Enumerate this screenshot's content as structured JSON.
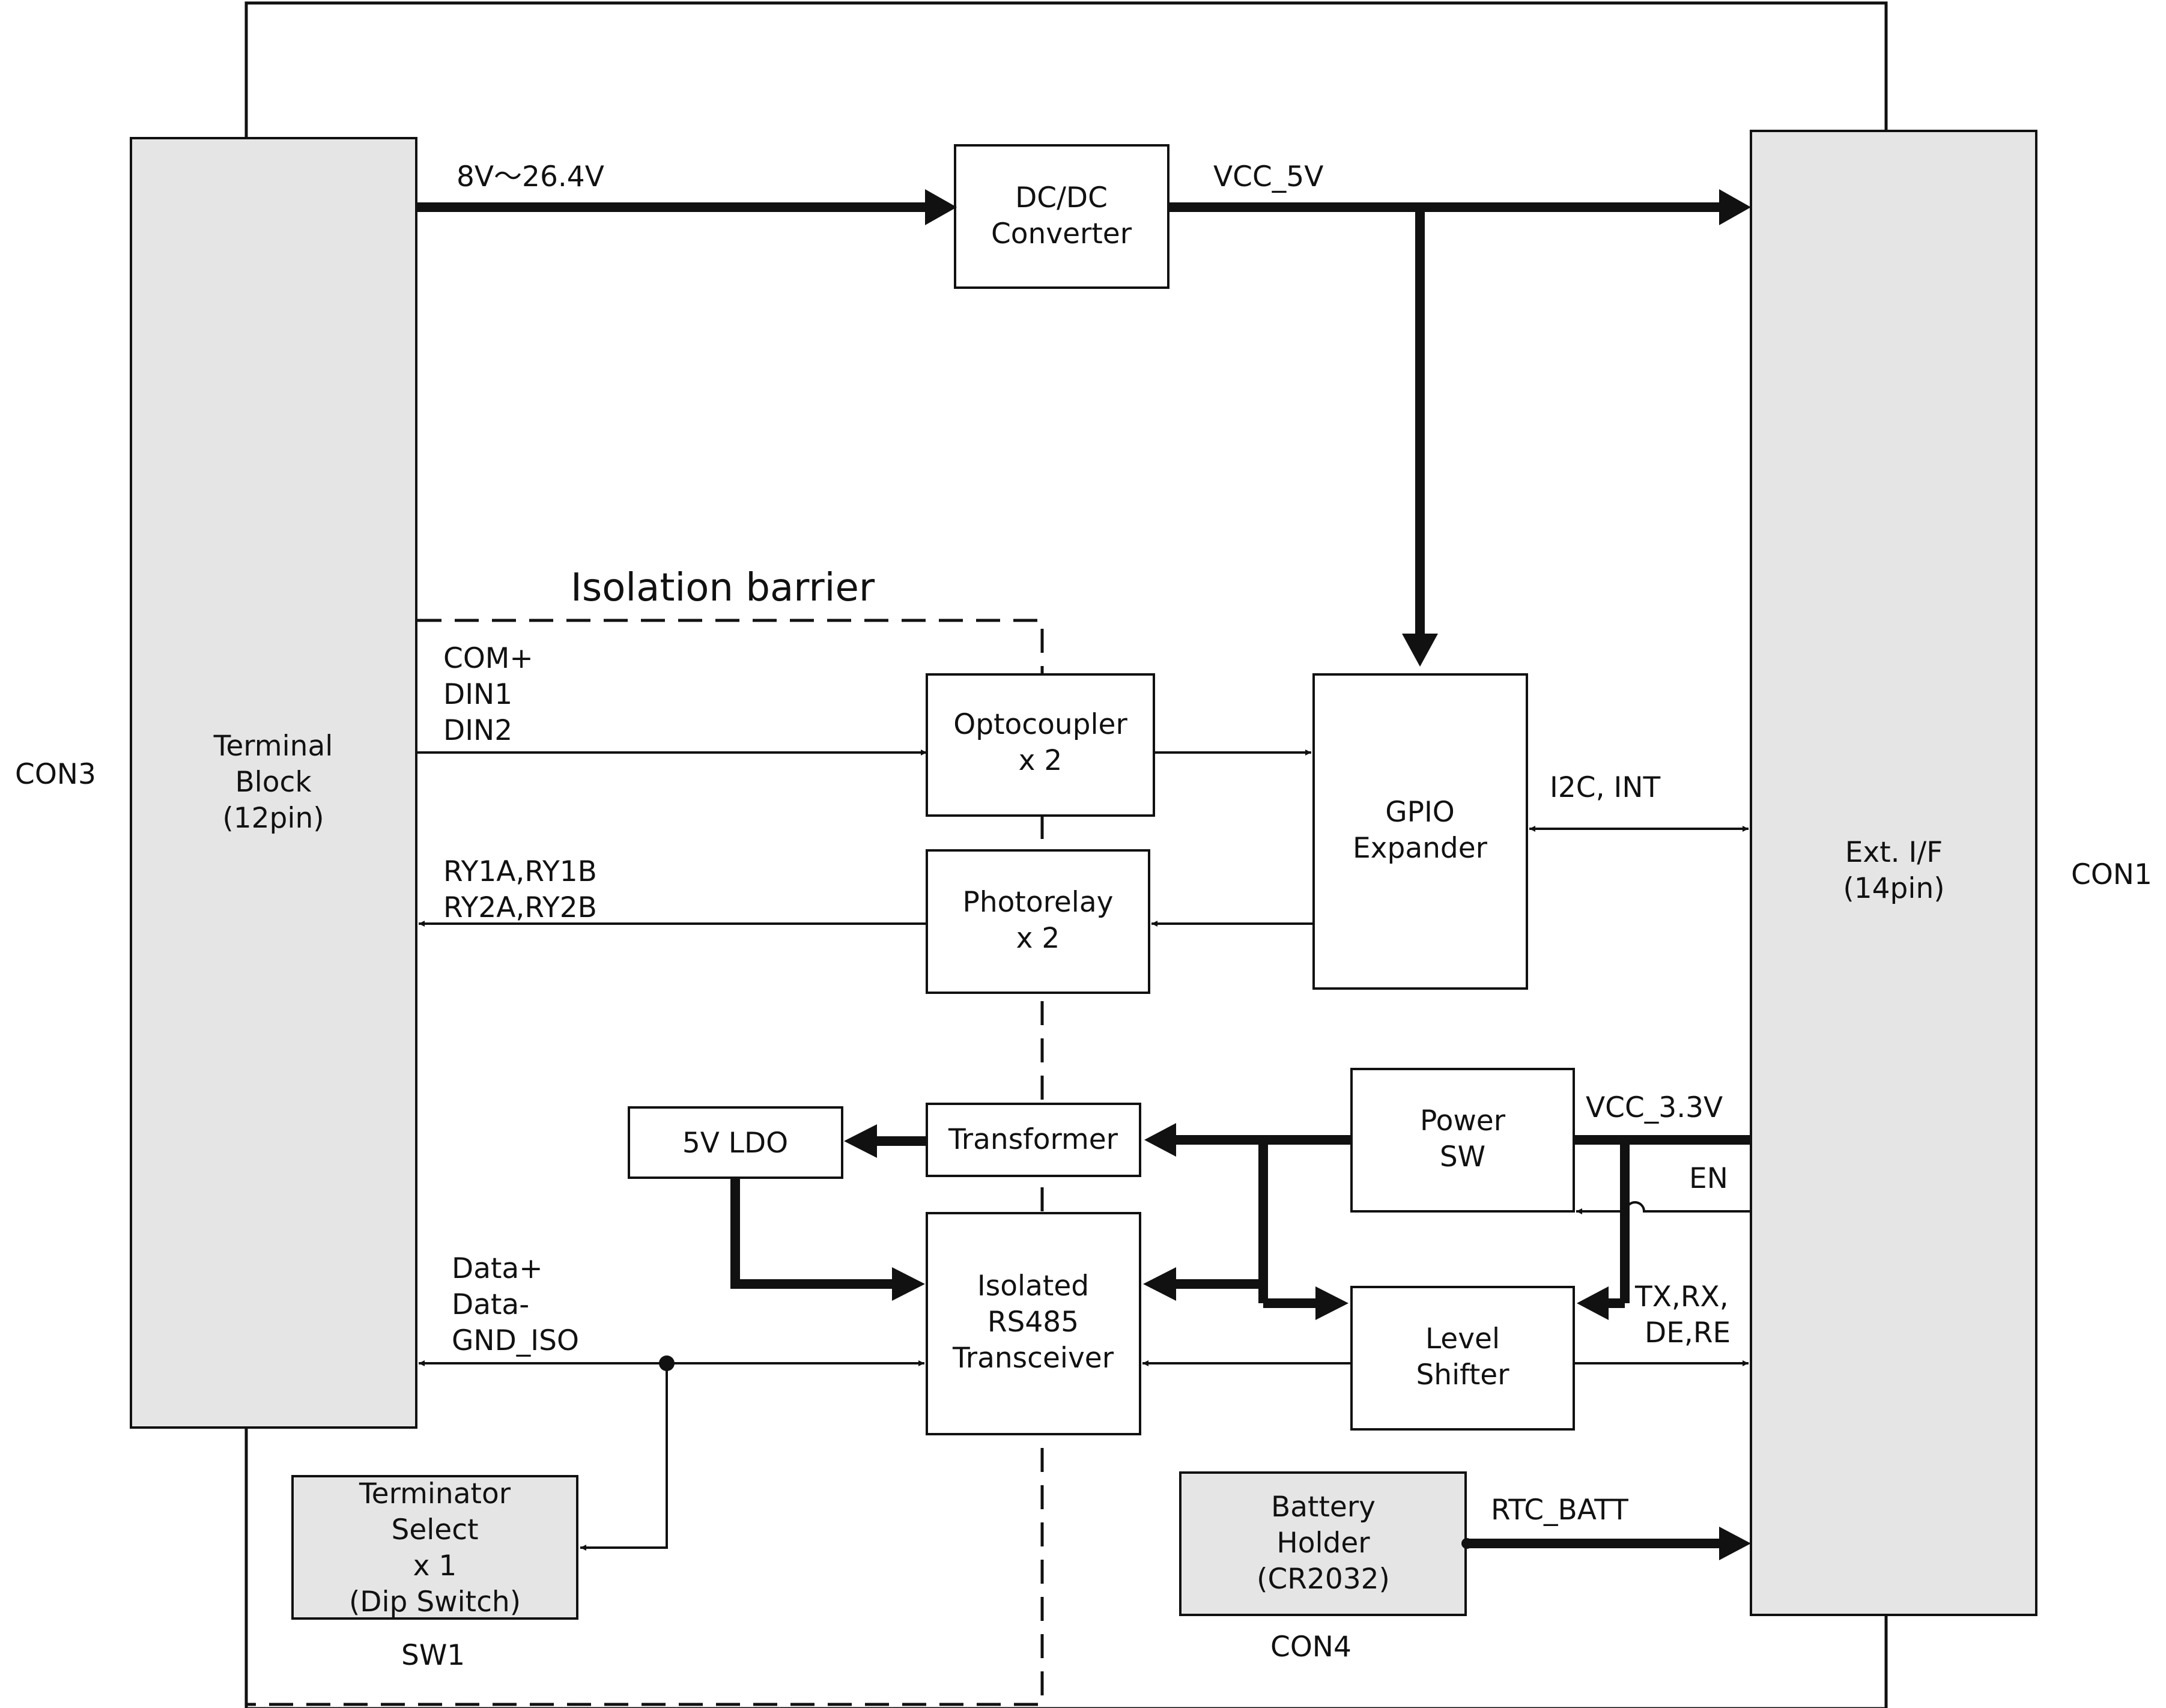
{
  "title": "Isolation barrier",
  "colors": {
    "line": "#111111",
    "connector_fill": "#e5e5e5",
    "box_fill": "#ffffff"
  },
  "connectors": {
    "con3": {
      "ref": "CON3",
      "lines": [
        "Terminal",
        "Block",
        "(12pin)"
      ]
    },
    "con1": {
      "ref": "CON1",
      "lines": [
        "Ext. I/F",
        "(14pin)"
      ]
    },
    "con4": {
      "ref": "CON4",
      "lines": [
        "Battery",
        "Holder",
        "(CR2032)"
      ]
    },
    "sw1": {
      "ref": "SW1",
      "lines": [
        "Terminator",
        "Select",
        "x 1",
        "(Dip Switch)"
      ]
    }
  },
  "blocks": {
    "dcdc": {
      "lines": [
        "DC/DC",
        "Converter"
      ]
    },
    "optocoupler": {
      "lines": [
        "Optocoupler",
        "x 2"
      ]
    },
    "photorelay": {
      "lines": [
        "Photorelay",
        "x 2"
      ]
    },
    "gpio": {
      "lines": [
        "GPIO",
        "Expander"
      ]
    },
    "ldo": {
      "lines": [
        "5V LDO"
      ]
    },
    "transformer": {
      "lines": [
        "Transformer"
      ]
    },
    "power_sw": {
      "lines": [
        "Power",
        "SW"
      ]
    },
    "rs485": {
      "lines": [
        "Isolated",
        "RS485",
        "Transceiver"
      ]
    },
    "level_shifter": {
      "lines": [
        "Level",
        "Shifter"
      ]
    }
  },
  "signals": {
    "vin": "8V〜26.4V",
    "vcc5": "VCC_5V",
    "din": [
      "COM+",
      "DIN1",
      "DIN2"
    ],
    "relay": [
      "RY1A,RY1B",
      "RY2A,RY2B"
    ],
    "i2c": "I2C, INT",
    "vcc33": "VCC_3.3V",
    "en": "EN",
    "data": [
      "Data+",
      "Data-",
      "GND_ISO"
    ],
    "uart": [
      "TX,RX,",
      "DE,RE"
    ],
    "rtc": "RTC_BATT"
  }
}
